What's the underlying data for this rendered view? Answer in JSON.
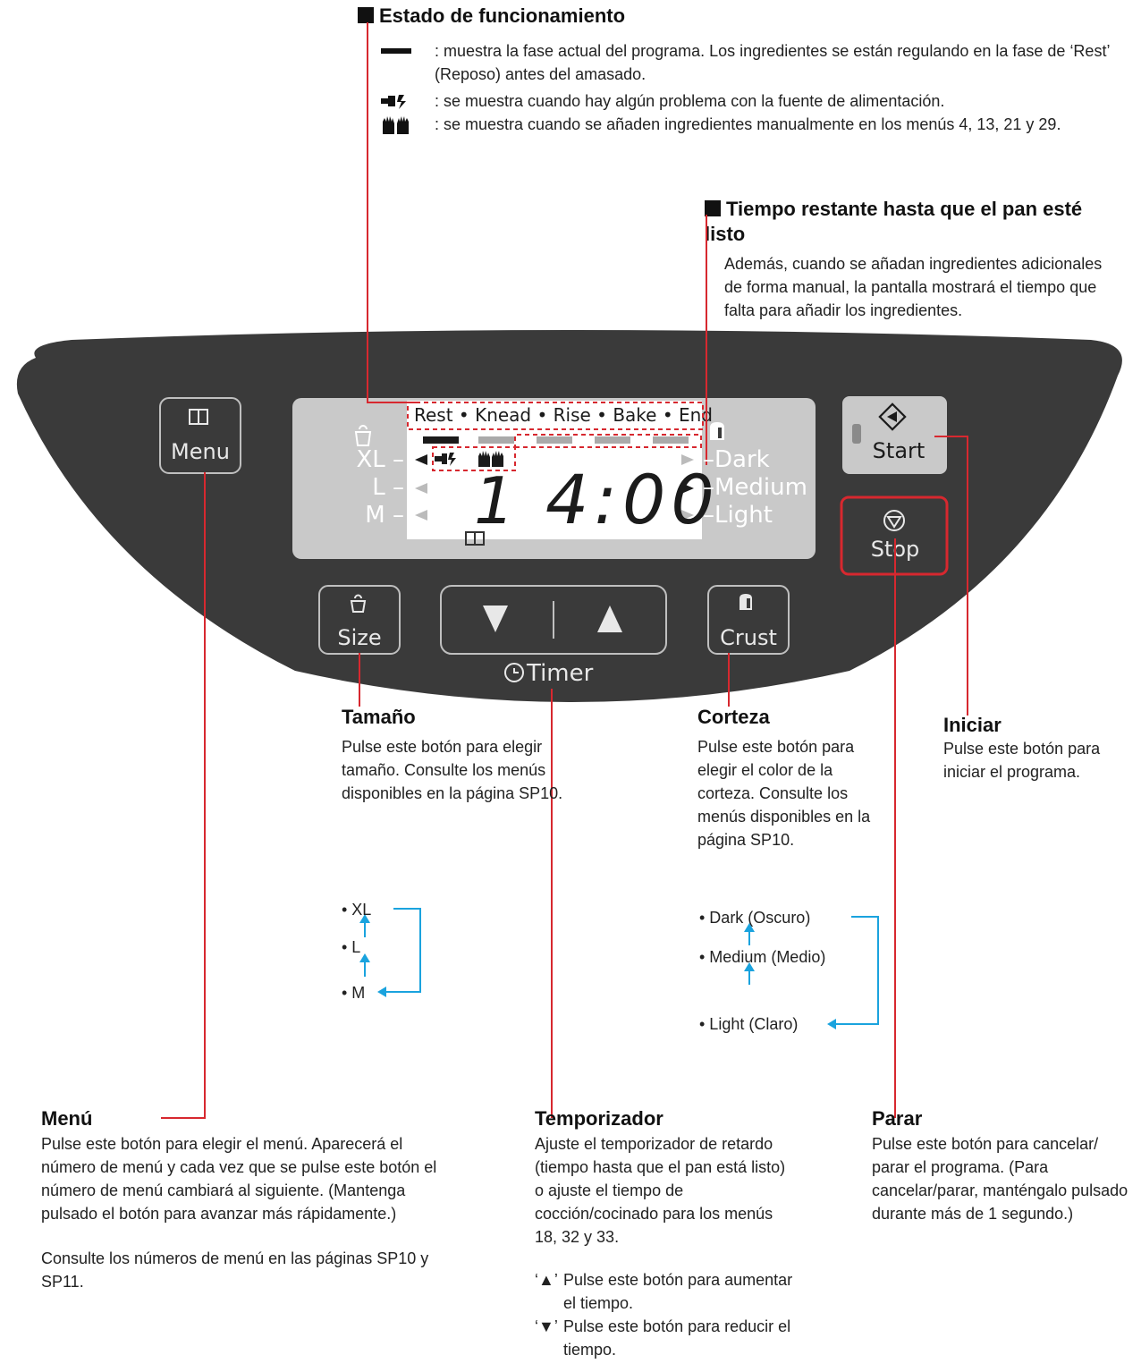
{
  "legend": {
    "title": "Estado de funcionamiento",
    "items": [
      {
        "icon": "progress-bar-icon",
        "text": ": muestra la fase actual del programa. Los ingredientes se están regulando en la fase de ‘Rest’ (Reposo) antes del amasado."
      },
      {
        "icon": "power-failure-icon",
        "text": ": se muestra cuando hay algún problema con la fuente de alimentación."
      },
      {
        "icon": "hands-icon",
        "text": ": se muestra cuando se añaden ingredientes manualmente en los menús 4, 13, 21 y 29."
      }
    ]
  },
  "remaining": {
    "title": "Tiempo restante hasta que el pan esté listo",
    "text": "Además, cuando se añadan ingredientes adicionales de forma manual, la pantalla mostrará el tiempo que falta para añadir los ingredientes."
  },
  "panel": {
    "menu_label": "Menu",
    "start_label": "Start",
    "stop_label": "Stop",
    "size_label": "Size",
    "crust_label": "Crust",
    "timer_label": "Timer",
    "phases": "Rest • Knead • Rise • Bake • End",
    "size_levels": [
      "XL –",
      "L –",
      "M –"
    ],
    "crust_levels": [
      "–Dark",
      "–Medium",
      "–Light"
    ],
    "menu_number": "1",
    "time": "4:00",
    "colors": {
      "body": "#3a3a3a",
      "lcd": "#c9c9c9",
      "accent": "#d7282f",
      "arrow": "#1aa3de"
    }
  },
  "size": {
    "title": "Tamaño",
    "text": "Pulse este botón para elegir tamaño. Consulte los menús disponibles en la página SP10.",
    "options": [
      "• XL",
      "• L",
      "• M"
    ]
  },
  "crust": {
    "title": "Corteza",
    "text": "Pulse este botón para elegir el color de la corteza. Consulte los menús disponibles en la página SP10.",
    "options": [
      "• Dark (Oscuro)",
      "• Medium (Medio)",
      "• Light (Claro)"
    ]
  },
  "start": {
    "title": "Iniciar",
    "text": "Pulse este botón para iniciar el programa."
  },
  "menu": {
    "title": "Menú",
    "text1": "Pulse este botón para elegir el menú. Aparecerá el número de menú y cada vez que se pulse este botón el número de menú cambiará al siguiente. (Mantenga pulsado el botón para avanzar más rápidamente.)",
    "text2": "Consulte los números de menú en las páginas SP10 y SP11."
  },
  "timer": {
    "title": "Temporizador",
    "text": "Ajuste el temporizador de retardo (tiempo hasta que el pan está listo) o ajuste el tiempo de cocción/cocinado para los menús 18, 32 y 33.",
    "up_key": "‘▲’",
    "up_text": "Pulse este botón para aumentar el tiempo.",
    "down_key": "‘▼’",
    "down_text": "Pulse este botón para reducir el tiempo."
  },
  "stop": {
    "title": "Parar",
    "text": "Pulse este botón para cancelar/ parar el programa. (Para cancelar/parar, manténgalo pulsado durante más de 1 segundo.)"
  }
}
